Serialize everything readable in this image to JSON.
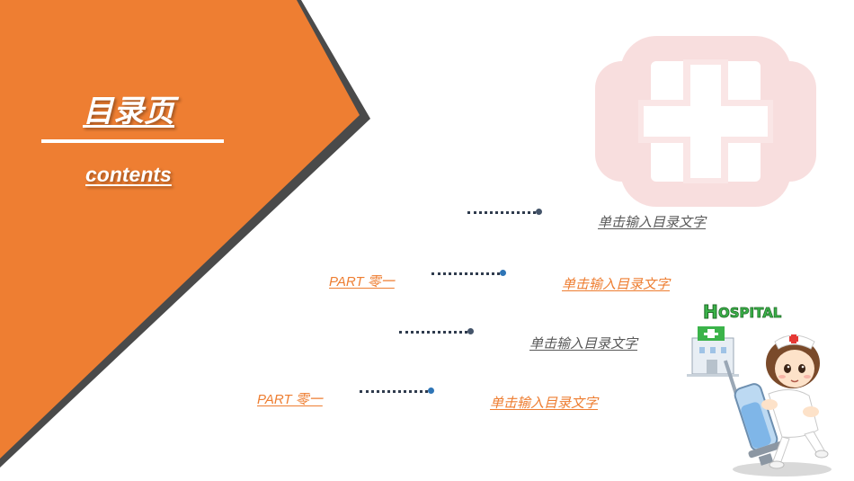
{
  "title": "目录页",
  "subtitle": "contents",
  "hospital_sign": "HOSPITAL",
  "colors": {
    "orange": "#EE7E32",
    "dark_edge": "#4A4A4A",
    "dots": "#2F3B4D",
    "dot_blue": "#2E75B6",
    "dot_dark": "#44546A",
    "cross_pink": "#F6D3D3",
    "gray_text": "#595959"
  },
  "rows": [
    {
      "part_label": "",
      "item_label": "单击输入目录文字",
      "color": "#595959"
    },
    {
      "part_label": "PART   零一",
      "item_label": "单击输入目录文字",
      "color": "#EE7E32"
    },
    {
      "part_label": "",
      "item_label": "单击输入目录文字",
      "color": "#595959"
    },
    {
      "part_label": "PART   零一",
      "item_label": "单击输入目录文字",
      "color": "#EE7E32"
    }
  ]
}
